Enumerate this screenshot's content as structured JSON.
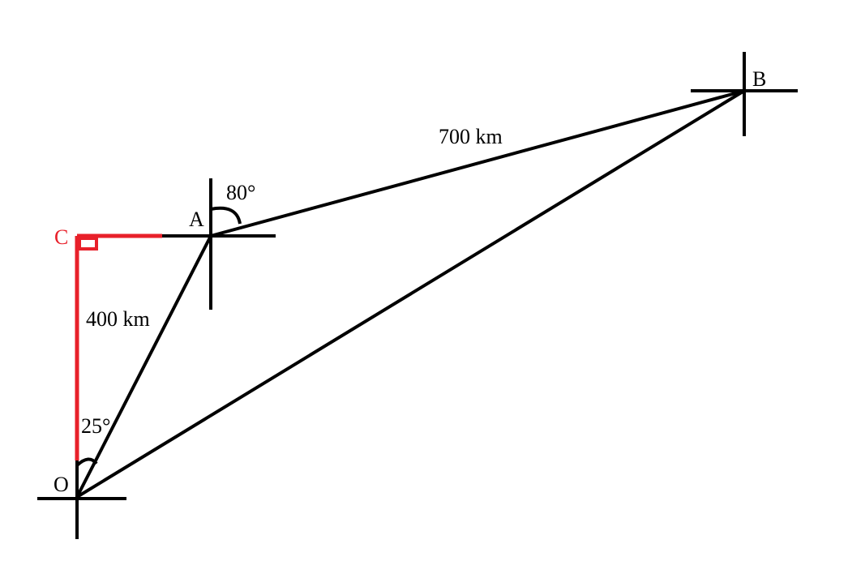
{
  "points": {
    "O": "O",
    "A": "A",
    "B": "B",
    "C": "C"
  },
  "lengths": {
    "OA": "400 km",
    "AB": "700 km"
  },
  "angles": {
    "at_O": "25°",
    "at_A": "80°"
  },
  "colors": {
    "main": "#000000",
    "construction": "#e8202a"
  }
}
